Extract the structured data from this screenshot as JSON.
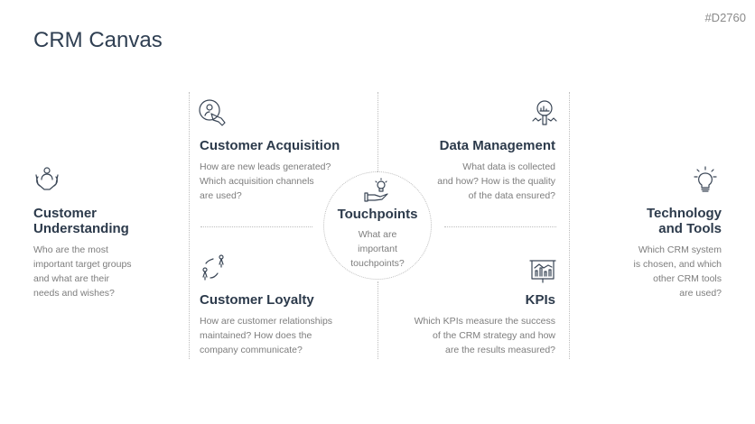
{
  "title": "CRM Canvas",
  "slide_code": "#D2760",
  "sections": {
    "understanding": {
      "heading_line1": "Customer",
      "heading_line2": "Understanding",
      "body": [
        "Who are the most",
        "important target groups",
        "and what are their",
        "needs and wishes?"
      ],
      "icon": "hands-person-icon"
    },
    "acquisition": {
      "heading": "Customer Acquisition",
      "body": [
        "How are new leads generated?",
        "Which acquisition channels",
        "are used?"
      ],
      "icon": "hand-pointing-person-icon"
    },
    "loyalty": {
      "heading": "Customer Loyalty",
      "body": [
        "How are customer relationships",
        "maintained? How does the",
        "company communicate?"
      ],
      "icon": "people-cycle-icon"
    },
    "touchpoints": {
      "heading": "Touchpoints",
      "body": [
        "What are",
        "important",
        "touchpoints?"
      ],
      "icon": "hand-lightbulb-icon"
    },
    "data": {
      "heading": "Data Management",
      "body": [
        "What data is collected",
        "and how? How is the quality",
        "of the data ensured?"
      ],
      "icon": "magnifier-chart-icon"
    },
    "kpis": {
      "heading": "KPIs",
      "body": [
        "Which KPIs measure the success",
        "of the CRM strategy and how",
        "are the results measured?"
      ],
      "icon": "presentation-board-icon"
    },
    "technology": {
      "heading_line1": "Technology",
      "heading_line2": "and Tools",
      "body": [
        "Which CRM system",
        "is chosen, and which",
        "other CRM tools",
        "are used?"
      ],
      "icon": "lightbulb-icon"
    }
  }
}
